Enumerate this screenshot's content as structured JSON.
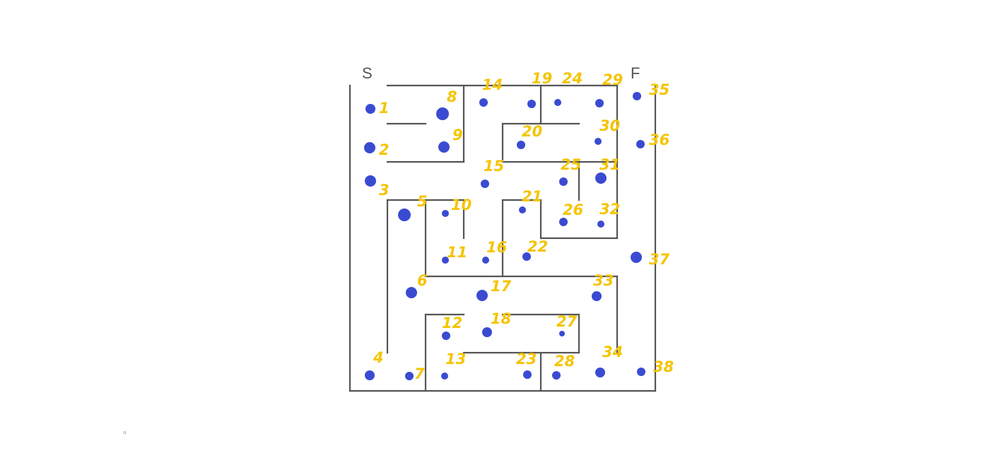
{
  "maze": {
    "start_label": "S",
    "finish_label": "F",
    "marker_color": "#3b4bd1",
    "label_color": "#f5c400",
    "wall_color": "#555555",
    "nodes": [
      {
        "id": "1"
      },
      {
        "id": "2"
      },
      {
        "id": "3"
      },
      {
        "id": "4"
      },
      {
        "id": "5"
      },
      {
        "id": "6"
      },
      {
        "id": "7"
      },
      {
        "id": "8"
      },
      {
        "id": "9"
      },
      {
        "id": "10"
      },
      {
        "id": "11"
      },
      {
        "id": "12"
      },
      {
        "id": "13"
      },
      {
        "id": "14"
      },
      {
        "id": "15"
      },
      {
        "id": "16"
      },
      {
        "id": "17"
      },
      {
        "id": "18"
      },
      {
        "id": "19"
      },
      {
        "id": "20"
      },
      {
        "id": "21"
      },
      {
        "id": "22"
      },
      {
        "id": "23"
      },
      {
        "id": "24"
      },
      {
        "id": "25"
      },
      {
        "id": "26"
      },
      {
        "id": "27"
      },
      {
        "id": "28"
      },
      {
        "id": "29"
      },
      {
        "id": "30"
      },
      {
        "id": "31"
      },
      {
        "id": "32"
      },
      {
        "id": "33"
      },
      {
        "id": "34"
      },
      {
        "id": "35"
      },
      {
        "id": "36"
      },
      {
        "id": "37"
      },
      {
        "id": "38"
      }
    ]
  },
  "footnote": "。"
}
